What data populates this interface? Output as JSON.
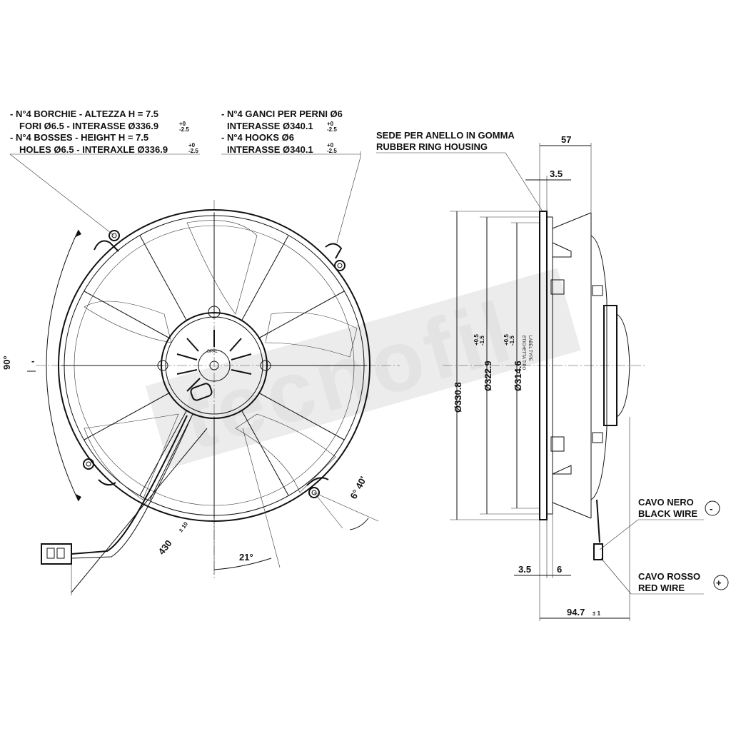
{
  "notes": {
    "bosses": [
      "- N°4 BORCHIE - ALTEZZA H = 7.5",
      "FORI Ø6.5 - INTERASSE Ø336.9",
      "- N°4 BOSSES - HEIGHT H = 7.5",
      "HOLES Ø6.5 - INTERAXLE Ø336.9"
    ],
    "bosses_tol_upper": "+0",
    "bosses_tol_lower": "-2.5",
    "hooks": [
      "- N°4 GANCI PER PERNI Ø6",
      "INTERASSE Ø340.1",
      "- N°4 HOOKS Ø6",
      "INTERASSE Ø340.1"
    ],
    "hooks_tol_upper": "+0",
    "hooks_tol_lower": "-2.5",
    "rubber_ring": [
      "SEDE PER ANELLO IN GOMMA",
      "RUBBER RING HOUSING"
    ],
    "black_wire": [
      "CAVO NERO",
      "BLACK WIRE"
    ],
    "red_wire": [
      "CAVO ROSSO",
      "RED WIRE"
    ],
    "minus_symbol": "-",
    "plus_symbol": "+"
  },
  "dimensions": {
    "angle_90": "90°",
    "angle_21": "21°",
    "angle_6_40": "6° 40'",
    "cable_length": "430",
    "cable_tol": "± 10",
    "d_330": "Ø330.8",
    "d_322": "Ø322.9",
    "d_322_tol_upper": "+0.5",
    "d_322_tol_lower": "-1.5",
    "d_314": "Ø314.6",
    "d_314_tol_upper": "+0.5",
    "d_314_tol_lower": "-1.5",
    "w_57": "57",
    "w_3_5_top": "3.5",
    "w_3_5_bottom": "3.5",
    "w_6": "6",
    "w_94_7": "94.7",
    "w_94_7_tol": "± 1"
  },
  "label": {
    "line1": "ETICHETTA TIPO",
    "line2": "LABEL TYPE"
  },
  "hub_label": "SPAL",
  "watermark": "tecnofil",
  "colors": {
    "line": "#111111",
    "watermark": "#e3e3e3"
  }
}
